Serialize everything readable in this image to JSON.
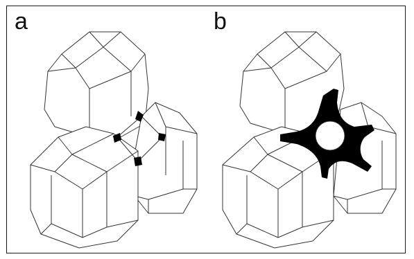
{
  "figure": {
    "panels": [
      {
        "label": "a",
        "void": "small"
      },
      {
        "label": "b",
        "void": "large"
      }
    ],
    "colors": {
      "edge": "#333333",
      "void": "#000000",
      "background": "#ffffff"
    }
  }
}
